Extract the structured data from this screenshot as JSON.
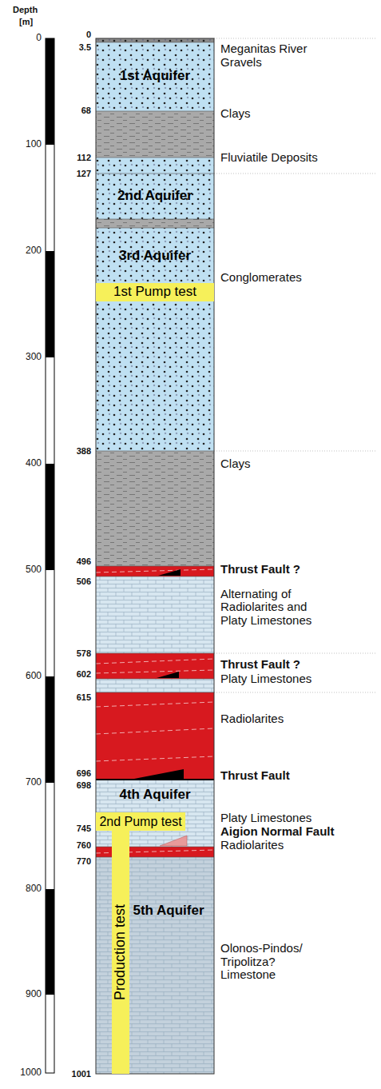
{
  "diagram": {
    "nodes": [
      {
        "text": [
          "1st Aquifer"
        ]
      },
      {
        "text": [
          "2nd Aquifer"
        ]
      },
      {
        "text": [
          "3rd Aquifer"
        ]
      },
      {
        "text": [
          "1st Pump test"
        ],
        "in": 2
      },
      {
        "text": [
          "4th Aquifer"
        ]
      },
      {
        "text": [
          "2nd Pump test"
        ],
        "in": 4
      },
      {
        "text": [
          "Production test"
        ]
      },
      {
        "text": [
          "5th Aquifer"
        ]
      }
    ],
    "labels": [
      "Depth",
      "[m]",
      "0",
      "100",
      "200",
      "300",
      "400",
      "500",
      "600",
      "700",
      "800",
      "900",
      "1000",
      "0",
      "3.5",
      "68",
      "112",
      "127",
      "388",
      "496",
      "506",
      "578",
      "602",
      "615",
      "696",
      "698",
      "745",
      "760",
      "770",
      "1001",
      "Meganitas River Gravels",
      "Clays",
      "Fluviatile Deposits",
      "Conglomerates",
      "Clays",
      "Thrust Fault ?",
      "Alternating of Radiolarites and Platy Limestones",
      "Thrust Fault ?",
      "Platy Limestones",
      "Radiolarites",
      "Thrust Fault",
      "Platy Limestones",
      "Aigion Normal Fault",
      "Radiolarites",
      "Olonos-Pindos/ Tripolitza? Limestone"
    ]
  }
}
